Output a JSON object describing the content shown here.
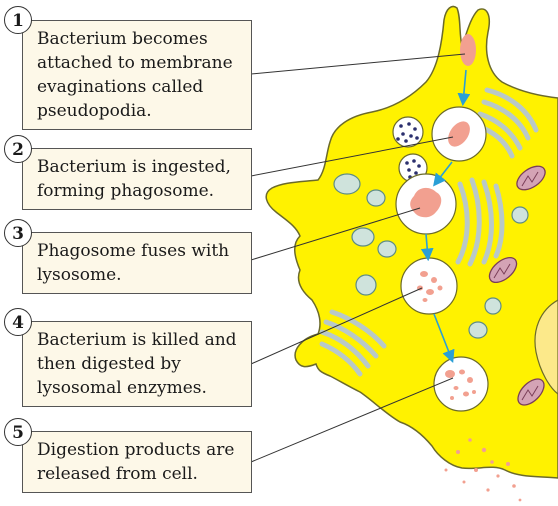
{
  "steps": [
    {
      "number": "1",
      "text": "Bacterium becomes\nattached to membrane\nevaginations called\npseudopodia."
    },
    {
      "number": "2",
      "text": "Bacterium is ingested,\nforming phagosome."
    },
    {
      "number": "3",
      "text": "Phagosome fuses with\nlysosome."
    },
    {
      "number": "4",
      "text": "Bacterium is killed and\nthen digested by\nlysosomal enzymes."
    },
    {
      "number": "5",
      "text": "Digestion products are\nreleased from cell."
    }
  ],
  "colors": {
    "cytoplasm": "#fff200",
    "membrane": "#6b6a2a",
    "vesicle": "#ffffff",
    "bacterium": "#f2a090",
    "arrow": "#2a9fd6",
    "mitochondrion": "#d4a3b5",
    "golgi": "#b9c9c8",
    "box_fill": "#fdf8e8"
  }
}
